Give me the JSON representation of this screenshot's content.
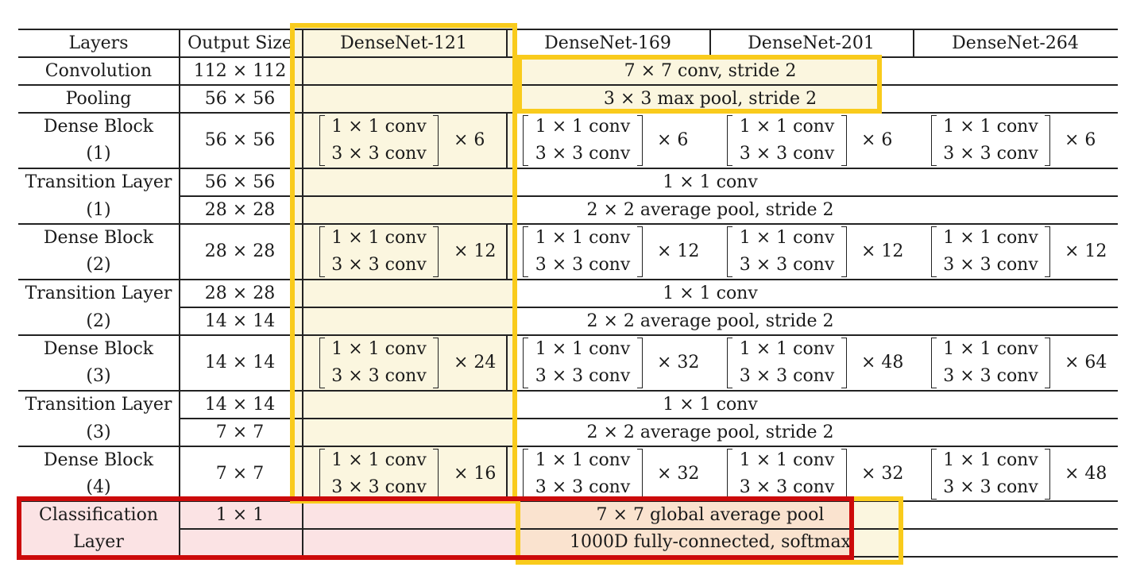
{
  "headers": [
    "Layers",
    "Output Size",
    "DenseNet-121",
    "DenseNet-169",
    "DenseNet-201",
    "DenseNet-264"
  ],
  "rows": {
    "convolution": {
      "layer": "Convolution",
      "output": "112 × 112",
      "spec": "7 × 7 conv, stride 2"
    },
    "pooling": {
      "layer": "Pooling",
      "output": "56 × 56",
      "spec": "3 × 3 max pool, stride 2"
    },
    "dense_blocks": [
      {
        "layer": [
          "Dense Block",
          "(1)"
        ],
        "output": "56 × 56",
        "conv1": "1 × 1 conv",
        "conv3": "3 × 3 conv",
        "reps": [
          "× 6",
          "× 6",
          "× 6",
          "× 6"
        ]
      },
      {
        "layer": [
          "Dense Block",
          "(2)"
        ],
        "output": "28 × 28",
        "conv1": "1 × 1 conv",
        "conv3": "3 × 3 conv",
        "reps": [
          "× 12",
          "× 12",
          "× 12",
          "× 12"
        ]
      },
      {
        "layer": [
          "Dense Block",
          "(3)"
        ],
        "output": "14 × 14",
        "conv1": "1 × 1 conv",
        "conv3": "3 × 3 conv",
        "reps": [
          "× 24",
          "× 32",
          "× 48",
          "× 64"
        ]
      },
      {
        "layer": [
          "Dense Block",
          "(4)"
        ],
        "output": "7 × 7",
        "conv1": "1 × 1 conv",
        "conv3": "3 × 3 conv",
        "reps": [
          "× 16",
          "× 32",
          "× 32",
          "× 48"
        ]
      }
    ],
    "transitions": [
      {
        "layer": [
          "Transition Layer",
          "(1)"
        ],
        "outputs": [
          "56 × 56",
          "28 × 28"
        ],
        "conv": "1 × 1 conv",
        "pool": "2 × 2 average pool, stride 2"
      },
      {
        "layer": [
          "Transition Layer",
          "(2)"
        ],
        "outputs": [
          "28 × 28",
          "14 × 14"
        ],
        "conv": "1 × 1 conv",
        "pool": "2 × 2 average pool, stride 2"
      },
      {
        "layer": [
          "Transition Layer",
          "(3)"
        ],
        "outputs": [
          "14 × 14",
          "7 × 7"
        ],
        "conv": "1 × 1 conv",
        "pool": "2 × 2 average pool, stride 2"
      }
    ],
    "classification": {
      "layer": [
        "Classification",
        "Layer"
      ],
      "output": "1 × 1",
      "pool": "7 × 7 global average pool",
      "fc": "1000D fully-connected, softmax"
    }
  },
  "highlight_colors": {
    "yellow_outline": "#f9cb1c",
    "yellow_fill": "#fbf6df",
    "red_outline": "#cc0a0a",
    "red_fill": "#fbe3e4"
  }
}
